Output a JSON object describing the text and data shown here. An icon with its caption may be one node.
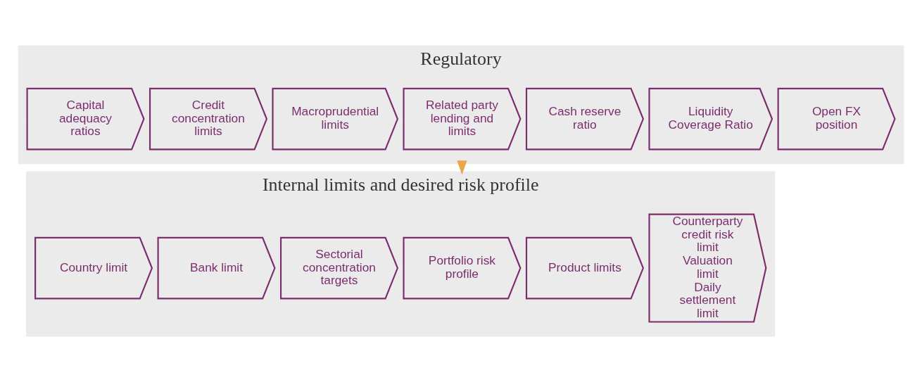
{
  "diagram": {
    "nodes": [
      {
        "text": [
          "Regulatory"
        ]
      },
      {
        "text": [
          "Capital adequacy ratios"
        ],
        "in": 0
      },
      {
        "text": [
          "Credit concentration limits"
        ],
        "in": 0
      },
      {
        "text": [
          "Macroprudential limits"
        ],
        "in": 0
      },
      {
        "text": [
          "Related party lending and limits"
        ],
        "in": 0
      },
      {
        "text": [
          "Cash reserve ratio"
        ],
        "in": 0
      },
      {
        "text": [
          "Liquidity Coverage Ratio"
        ],
        "in": 0
      },
      {
        "text": [
          "Open FX position"
        ],
        "in": 0
      },
      {
        "text": [
          "Internal limits and desired risk profile"
        ]
      },
      {
        "text": [
          "Country limit"
        ],
        "in": 8
      },
      {
        "text": [
          "Bank limit"
        ],
        "in": 8
      },
      {
        "text": [
          "Sectorial concentration targets"
        ],
        "in": 8
      },
      {
        "text": [
          "Portfolio risk profile"
        ],
        "in": 8
      },
      {
        "text": [
          "Product limits"
        ],
        "in": 8
      },
      {
        "text": [
          "Counterparty credit risk limit",
          "Valuation limit",
          "Daily settlement limit"
        ],
        "in": 8
      }
    ],
    "edges": [
      {
        "from": 0,
        "to": 8,
        "arrow": "to"
      }
    ]
  }
}
